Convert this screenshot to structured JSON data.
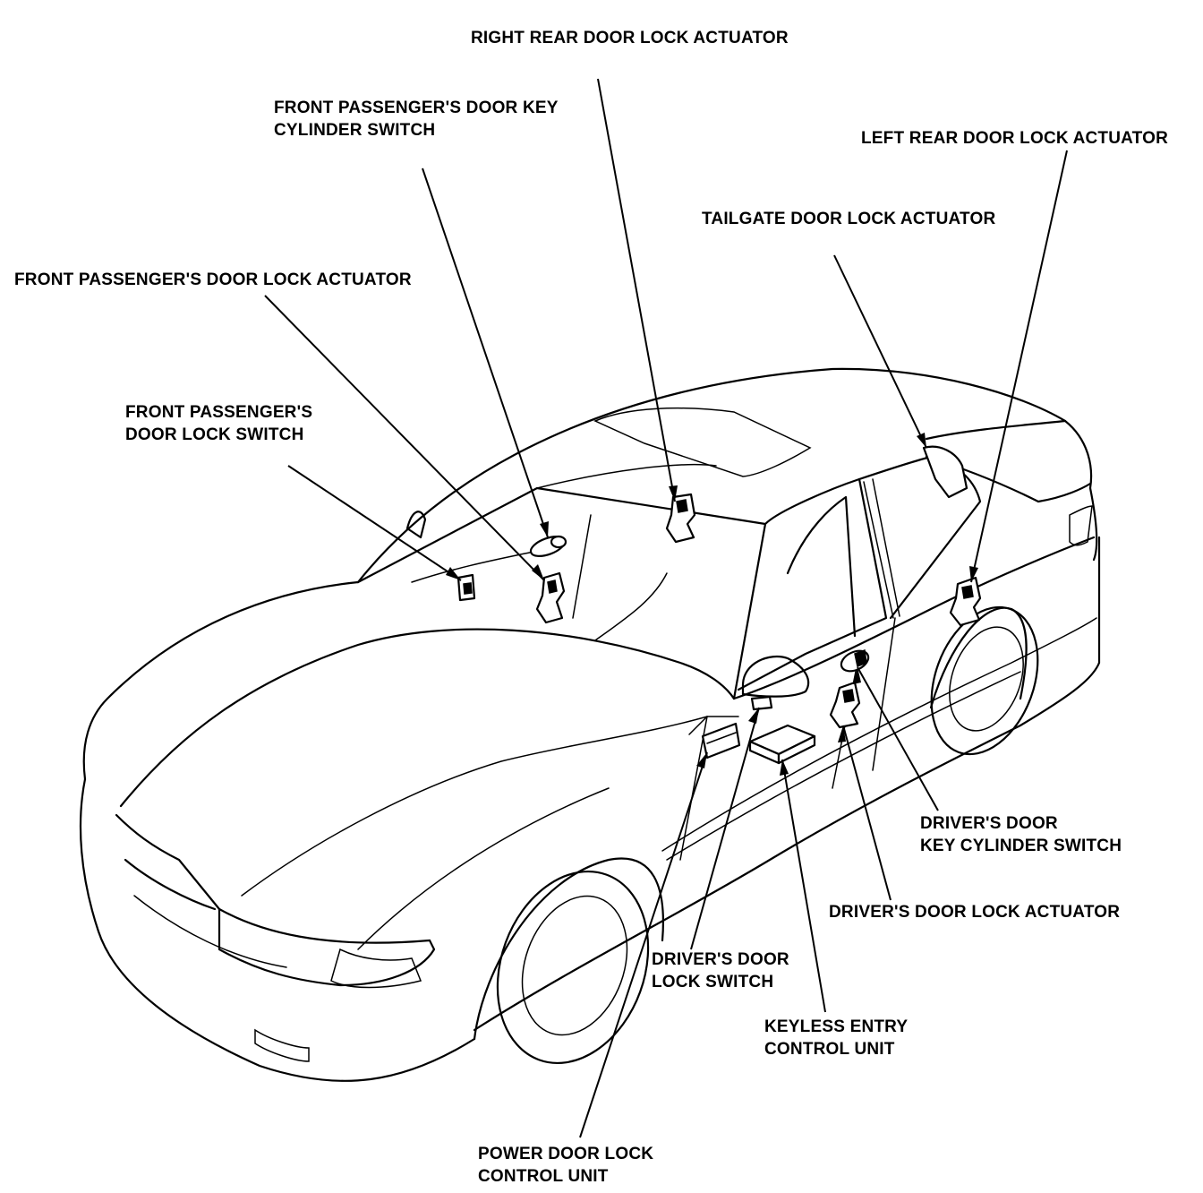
{
  "labels": {
    "right_rear_actuator": "RIGHT REAR DOOR LOCK ACTUATOR",
    "front_pass_key_cyl_l1": "FRONT PASSENGER'S DOOR KEY",
    "front_pass_key_cyl_l2": "CYLINDER SWITCH",
    "left_rear_actuator": "LEFT REAR DOOR LOCK ACTUATOR",
    "tailgate_actuator": "TAILGATE DOOR LOCK ACTUATOR",
    "front_pass_actuator": "FRONT PASSENGER'S DOOR LOCK ACTUATOR",
    "front_pass_switch_l1": "FRONT PASSENGER'S",
    "front_pass_switch_l2": "DOOR LOCK SWITCH",
    "driver_key_cyl_l1": "DRIVER'S DOOR",
    "driver_key_cyl_l2": "KEY CYLINDER SWITCH",
    "driver_actuator": "DRIVER'S DOOR LOCK ACTUATOR",
    "driver_switch_l1": "DRIVER'S DOOR",
    "driver_switch_l2": "LOCK SWITCH",
    "keyless_l1": "KEYLESS ENTRY",
    "keyless_l2": "CONTROL UNIT",
    "power_lock_l1": "POWER DOOR LOCK",
    "power_lock_l2": "CONTROL UNIT"
  }
}
